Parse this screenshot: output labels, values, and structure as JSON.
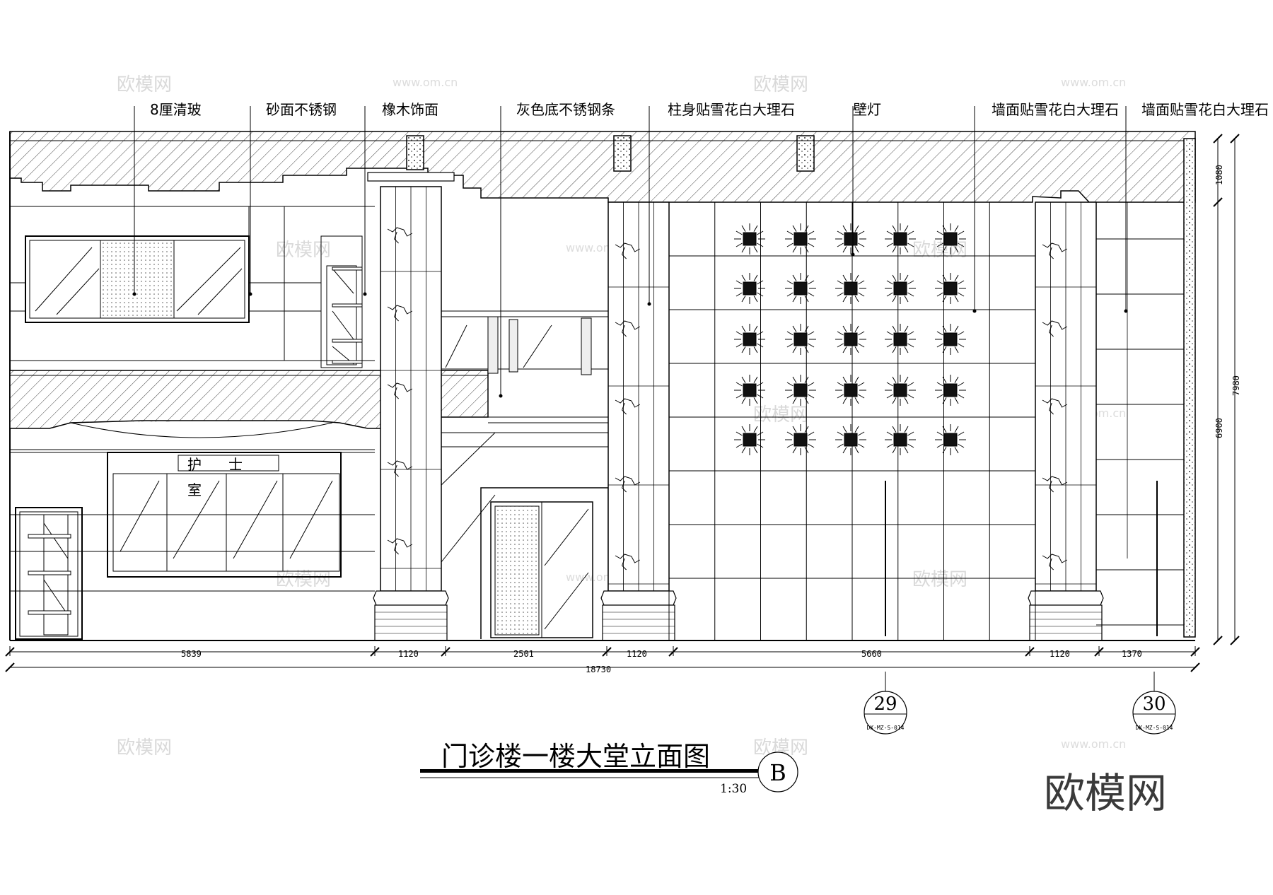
{
  "drawing": {
    "title": "门诊楼一楼大堂立面图",
    "scale": "1:30",
    "elevation_mark": "B",
    "callouts": [
      "8厘清玻",
      "砂面不锈钢",
      "橡木饰面",
      "灰色底不锈钢条",
      "柱身贴雪花白大理石",
      "壁灯",
      "墙面贴雪花白大理石",
      "墙面贴雪花白大理石"
    ],
    "room_sign": [
      "护",
      "士",
      "室"
    ],
    "horizontal_dimensions": [
      "5839",
      "1120",
      "2501",
      "1120",
      "5660",
      "1120",
      "1370"
    ],
    "overall_width": "18730",
    "vertical_dimensions": [
      "1080",
      "6900"
    ],
    "overall_height": "7980",
    "detail_refs": [
      {
        "number": "29",
        "sheet": "DK-MZ-S-014"
      },
      {
        "number": "30",
        "sheet": "DK-MZ-S-014"
      }
    ]
  },
  "watermark": {
    "brand": "欧模网",
    "site": "www.om.cn"
  }
}
